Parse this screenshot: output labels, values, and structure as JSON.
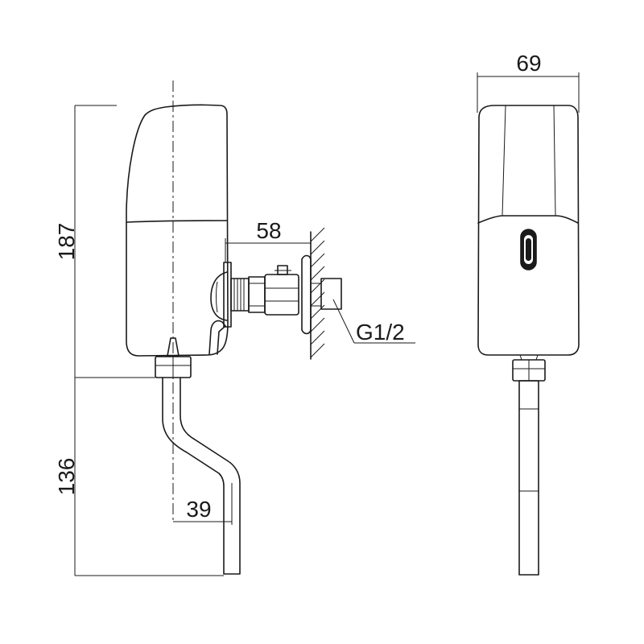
{
  "dimensions": {
    "height_upper": "187",
    "height_lower": "136",
    "offset_outlet": "39",
    "depth_connection": "58",
    "width_front": "69",
    "thread": "G1/2"
  }
}
